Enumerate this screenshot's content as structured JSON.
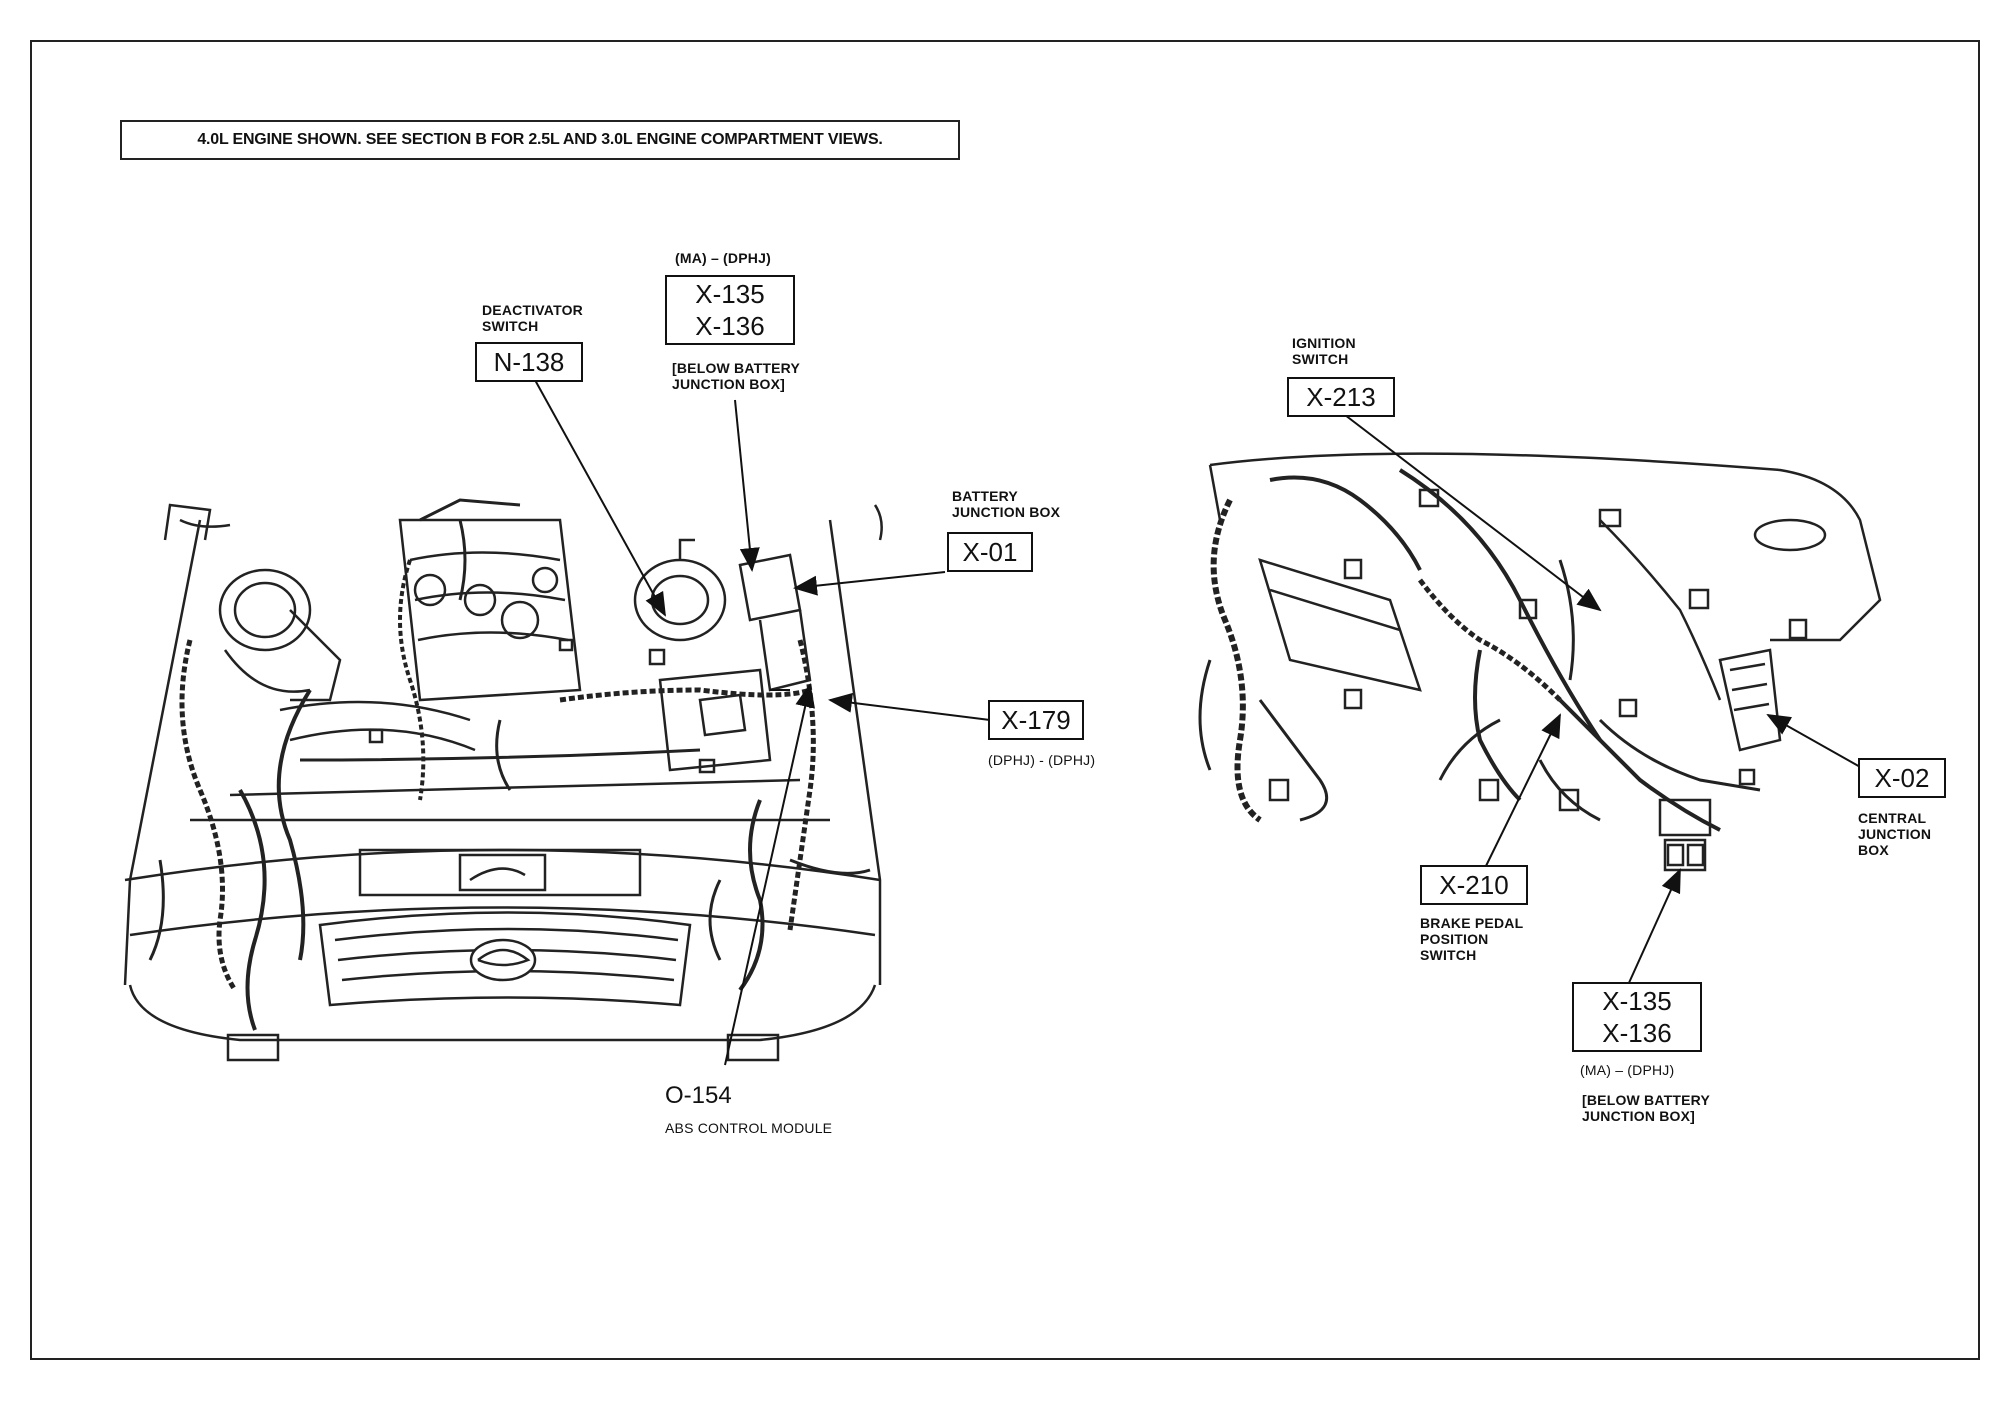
{
  "note": "4.0L ENGINE SHOWN. SEE SECTION B FOR 2.5L AND 3.0L ENGINE COMPARTMENT VIEWS.",
  "callouts": {
    "deactivator": {
      "label_lines": [
        "DEACTIVATOR",
        "SWITCH"
      ],
      "codes": [
        "N-138"
      ]
    },
    "below_battery_top": {
      "above": "(MA) – (DPHJ)",
      "codes": [
        "X-135",
        "X-136"
      ],
      "below_lines": [
        "[BELOW BATTERY",
        "JUNCTION BOX]"
      ]
    },
    "battery_jb": {
      "label_lines": [
        "BATTERY",
        "JUNCTION BOX"
      ],
      "codes": [
        "X-01"
      ]
    },
    "x179": {
      "codes": [
        "X-179"
      ],
      "below": "(DPHJ) - (DPHJ)"
    },
    "abs": {
      "code": "O-154",
      "label": "ABS CONTROL MODULE"
    },
    "ignition": {
      "label_lines": [
        "IGNITION",
        "SWITCH"
      ],
      "codes": [
        "X-213"
      ]
    },
    "central_jb": {
      "codes": [
        "X-02"
      ],
      "label_lines": [
        "CENTRAL",
        "JUNCTION",
        "BOX"
      ]
    },
    "brake": {
      "codes": [
        "X-210"
      ],
      "label_lines": [
        "BRAKE PEDAL",
        "POSITION",
        "SWITCH"
      ]
    },
    "below_battery_bottom": {
      "codes": [
        "X-135",
        "X-136"
      ],
      "above": "(MA) – (DPHJ)",
      "below_lines": [
        "[BELOW BATTERY",
        "JUNCTION BOX]"
      ]
    }
  }
}
